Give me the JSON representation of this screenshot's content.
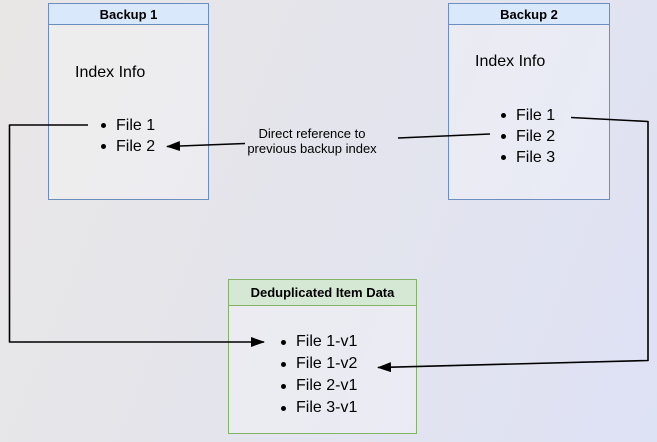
{
  "backup1": {
    "title": "Backup 1",
    "index_label": "Index Info",
    "files": [
      "File 1",
      "File 2"
    ]
  },
  "backup2": {
    "title": "Backup 2",
    "index_label": "Index Info",
    "files": [
      "File 1",
      "File 2",
      "File 3"
    ]
  },
  "dedup": {
    "title": "Deduplicated Item Data",
    "items": [
      "File 1-v1",
      "File 1-v2",
      "File 2-v1",
      "File 3-v1"
    ]
  },
  "edge_label": {
    "line1": "Direct reference to",
    "line2": "previous backup index"
  },
  "colors": {
    "blue_border": "#6c8ebf",
    "blue_fill": "#dae8fc",
    "green_border": "#82b366",
    "green_fill": "#d5e8d4",
    "arrow": "#000000",
    "canvas_bg_left": "#e9e7e6",
    "canvas_bg_right": "#dee2f5"
  }
}
